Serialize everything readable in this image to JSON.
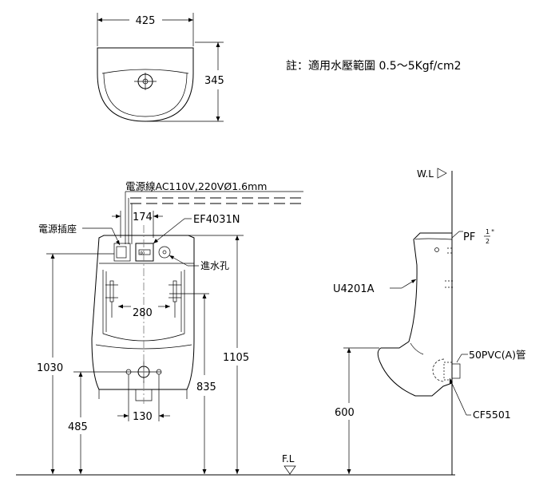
{
  "note": "註：適用水壓範圍 0.5～5Kgf/cm2",
  "top_view": {
    "width_dim": "425",
    "depth_dim": "345"
  },
  "front_view": {
    "power_line": "電源線AC110V,220VØ1.6mm",
    "power_socket": "電源插座",
    "sensor_model": "EF4031N",
    "dim_174": "174",
    "inlet": "進水孔",
    "dim_280": "280",
    "dim_130": "130",
    "dim_1030": "1030",
    "dim_1105": "1105",
    "dim_835": "835",
    "dim_485": "485"
  },
  "side_view": {
    "wall_line": "W.L",
    "floor_line": "F.L",
    "pf_label": "PF",
    "pf_fraction_num": "1",
    "pf_fraction_den": "2",
    "pf_inch": "\"",
    "model": "U4201A",
    "pipe": "50PVC(A)管",
    "trap": "CF5501",
    "dim_600": "600"
  }
}
